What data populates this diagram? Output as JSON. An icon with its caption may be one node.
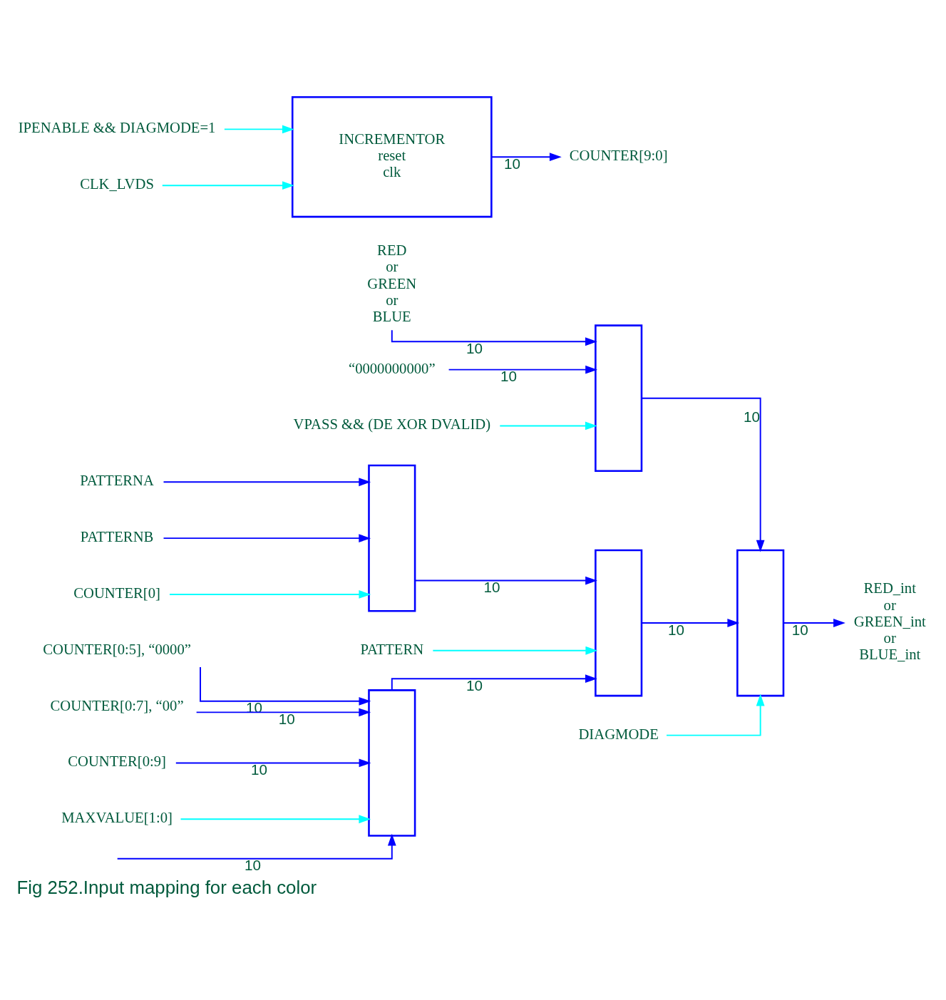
{
  "diagram": {
    "caption": "Fig 252.Input mapping for each color",
    "nodes": [
      {
        "text": [
          "RED",
          "or",
          "GREEN",
          "or",
          "BLUE"
        ]
      },
      {
        "text": [],
        "shape": "box"
      },
      {
        "text": [
          "“0000000000”"
        ]
      },
      {
        "text": [],
        "shape": "box"
      },
      {
        "text": [
          "RED_int",
          "or",
          "GREEN_int",
          "or",
          "BLUE_int"
        ]
      },
      {
        "text": [
          "VPASS && (DE XOR DVALID)"
        ]
      },
      {
        "text": [
          "PATTERNA"
        ]
      },
      {
        "text": [],
        "shape": "box"
      },
      {
        "text": [],
        "shape": "box"
      },
      {
        "text": [
          "PATTERNB"
        ]
      },
      {
        "text": [
          "DIAGMODE"
        ]
      },
      {
        "text": [
          "COUNTER[0]"
        ]
      },
      {
        "text": [
          "PATTERN"
        ]
      },
      {
        "text": [],
        "shape": "box"
      },
      {
        "text": [
          "INCREMENTOR",
          "reset",
          "clk"
        ]
      },
      {
        "text": [
          "COUNTER[0:5], “0000”"
        ]
      },
      {
        "text": [
          "COUNTER[0:7], “00”"
        ]
      },
      {
        "text": [
          "COUNTER[0:9]"
        ]
      },
      {
        "text": [
          "COUNTER[9:0]"
        ]
      },
      {
        "text": [
          "IPENABLE && DIAGMODE=1"
        ]
      },
      {
        "text": [
          "CLK_LVDS"
        ]
      },
      {
        "text": [
          "MAXVALUE[1:0]"
        ]
      }
    ],
    "edges": [
      {
        "from": 0,
        "to": 1,
        "arrow": "to",
        "label": "10"
      },
      {
        "from": 2,
        "to": 1,
        "arrow": "to",
        "label": "10"
      },
      {
        "from": 1,
        "to": 3,
        "arrow": "to",
        "label": "10"
      },
      {
        "from": 3,
        "to": 4,
        "arrow": "to",
        "label": "10"
      },
      {
        "from": 5,
        "to": 1,
        "arrow": "to",
        "color": "#00ffff"
      },
      {
        "from": 6,
        "to": 7,
        "arrow": "to"
      },
      {
        "from": 9,
        "to": 7,
        "arrow": "to"
      },
      {
        "from": 7,
        "to": 8,
        "arrow": "to",
        "label": "10"
      },
      {
        "from": 8,
        "to": 3,
        "arrow": "to",
        "label": "10"
      },
      {
        "from": 10,
        "to": 3,
        "arrow": "to",
        "color": "#00ffff"
      },
      {
        "from": 11,
        "to": 7,
        "arrow": "to",
        "color": "#00ffff"
      },
      {
        "from": 12,
        "to": 8,
        "arrow": "to",
        "color": "#00ffff"
      },
      {
        "from": 13,
        "to": 8,
        "arrow": "to",
        "label": "10"
      },
      {
        "from": null,
        "to": 13,
        "arrow": "to",
        "label": "10"
      },
      {
        "from": 15,
        "to": 13,
        "arrow": "to",
        "label": "10"
      },
      {
        "from": 16,
        "to": 13,
        "arrow": "to",
        "label": "10"
      },
      {
        "from": 17,
        "to": 13,
        "arrow": "to",
        "label": "10"
      },
      {
        "from": 21,
        "to": 13,
        "arrow": "to",
        "color": "#00ffff"
      },
      {
        "from": 14,
        "to": 18,
        "arrow": "to",
        "label": "10"
      },
      {
        "from": 19,
        "to": 14,
        "arrow": "to",
        "color": "#00ffff"
      },
      {
        "from": 20,
        "to": 14,
        "arrow": "to",
        "color": "#00ffff"
      }
    ]
  }
}
